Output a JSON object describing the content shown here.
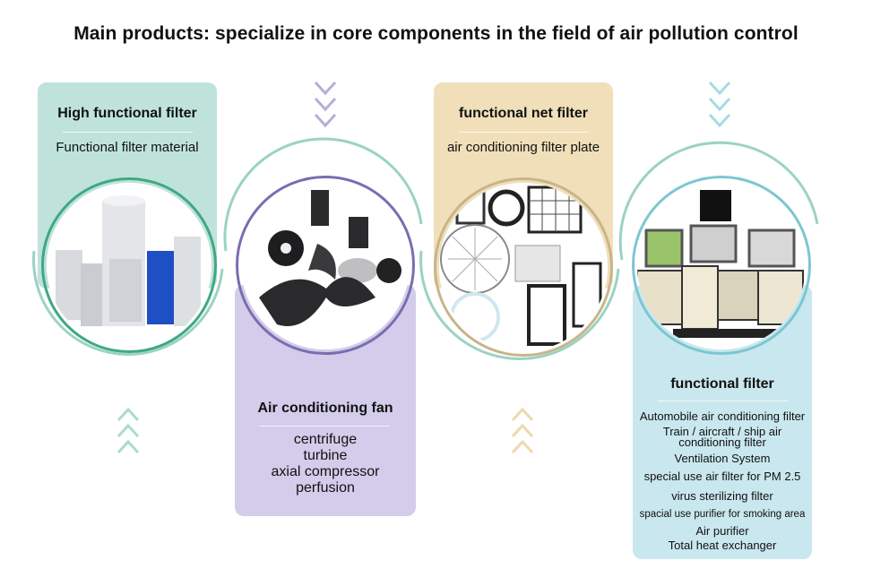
{
  "page": {
    "title": "Main products: specialize in core components in the field of air pollution control"
  },
  "cards": [
    {
      "title": "High functional filter",
      "subtitle": "Functional filter material",
      "color": "#bfe3db",
      "accent": "#3fa882"
    },
    {
      "title": "Air conditioning fan",
      "items": [
        "centrifuge",
        "turbine",
        "axial compressor",
        "perfusion"
      ],
      "color": "#d3ccea",
      "accent": "#7a6db0"
    },
    {
      "title": "functional net filter",
      "subtitle": "air conditioning filter plate",
      "color": "#f0dfb9",
      "accent": "#c9b48a"
    },
    {
      "title": "functional filter",
      "items": [
        "Automobile air conditioning filter",
        "Train / aircraft / ship air",
        "conditioning filter",
        "Ventilation System",
        "special use air filter for PM 2.5",
        "virus sterilizing filter",
        "spacial use purifier for smoking area",
        "Air purifier",
        "Total heat exchanger"
      ],
      "color": "#c9e7ee",
      "accent": "#7cc6d2"
    }
  ],
  "icons": {
    "chevrons_down": "chevron-down-icon",
    "chevrons_up": "chevron-up-icon"
  }
}
